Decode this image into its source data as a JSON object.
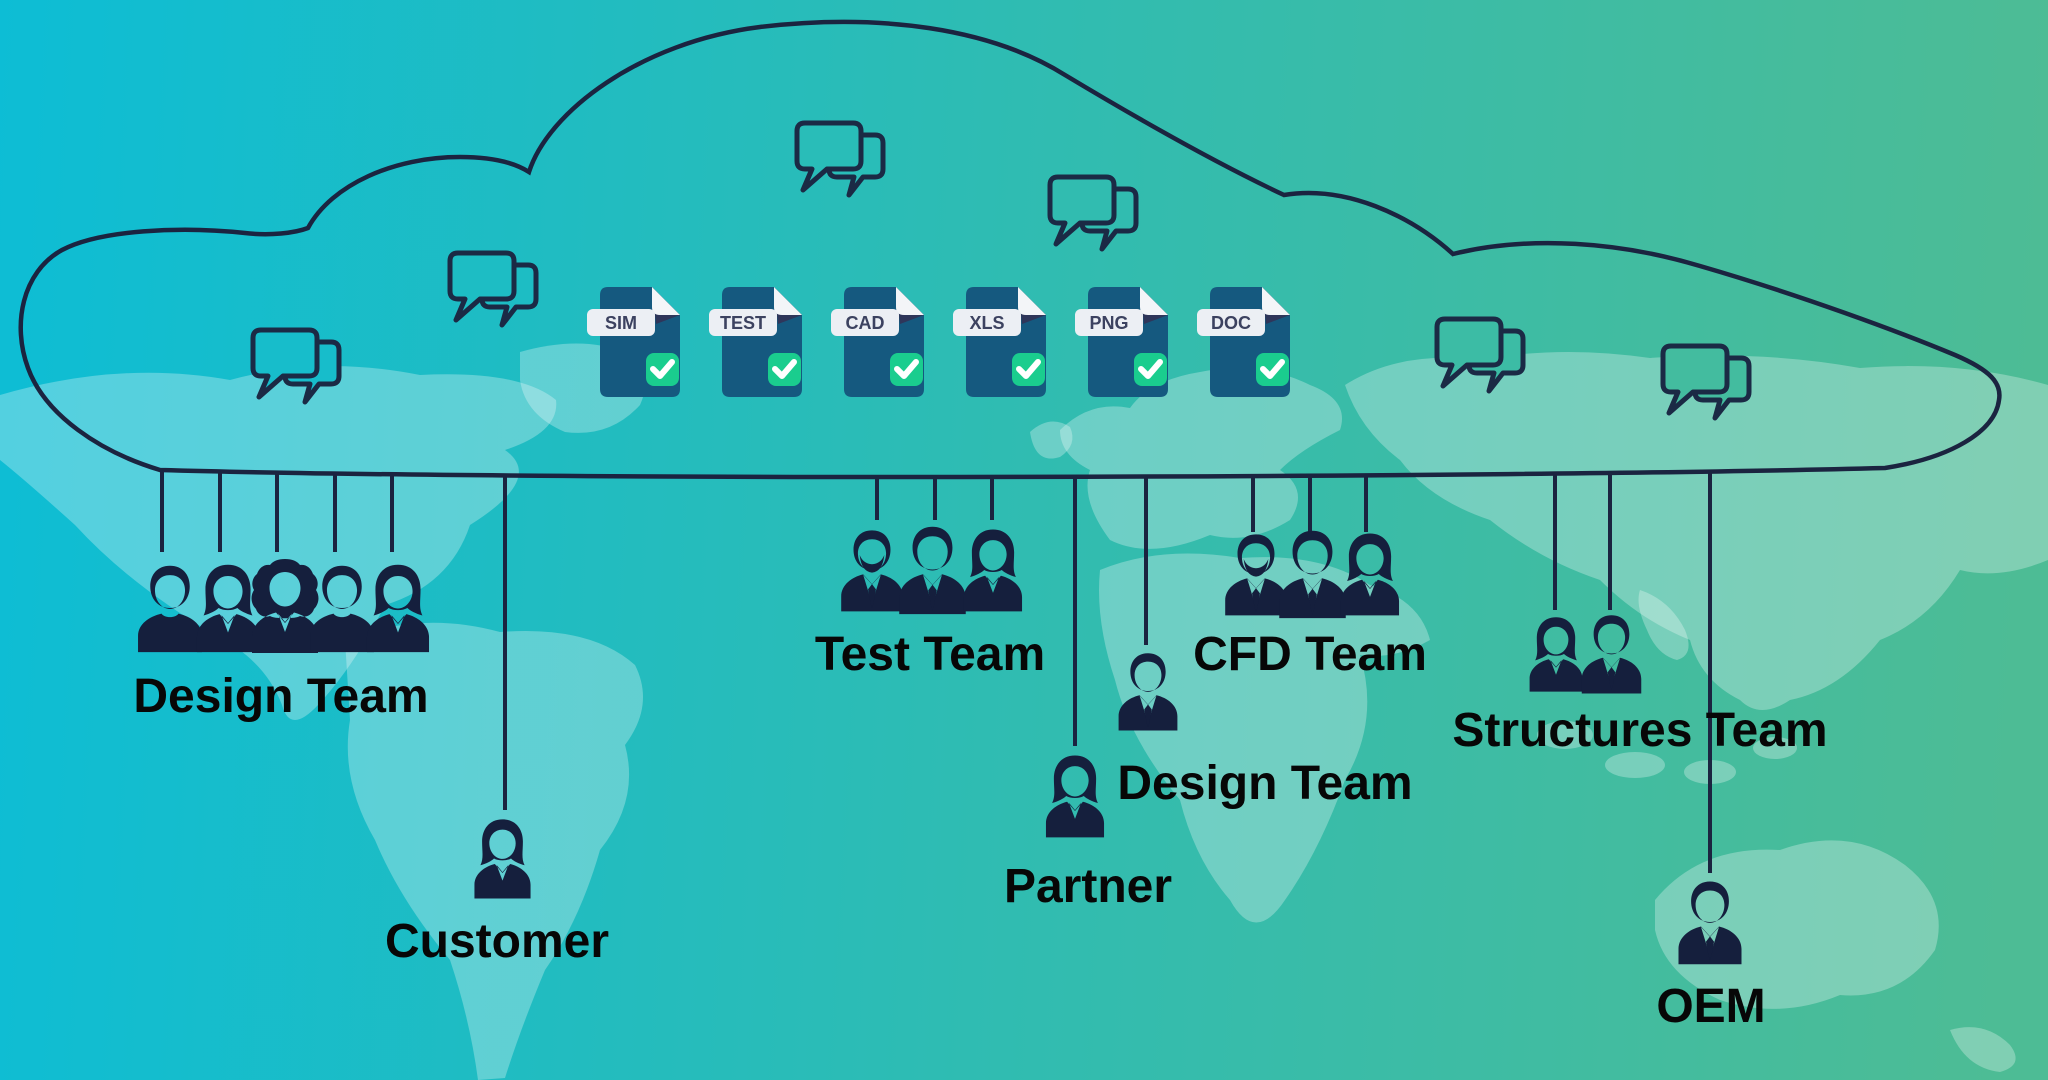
{
  "palette": {
    "gradient_left": "#0dbdd5",
    "gradient_mid": "#2fbcb2",
    "gradient_right": "#4dbc95",
    "map_tint": "rgba(255,255,255,0.29)",
    "cloud_outline": "#1b2440",
    "silhouette": "#151f3d",
    "label_text": "#070707",
    "doc_blue": "#15597f",
    "doc_fold": "#f3f5f8",
    "doc_fold_shadow": "#2f365a",
    "doc_badge_bg": "#eceff4",
    "doc_badge_text": "#3c4260",
    "check_green": "#1acd8e",
    "check_mark": "#ffffff"
  },
  "icons": {
    "chat": "chat-bubbles-icon",
    "check": "checkmark-icon",
    "document": "file-document-icon",
    "person": "person-silhouette-icon"
  },
  "cloud": {
    "files": [
      {
        "label": "SIM",
        "status": "checked"
      },
      {
        "label": "TEST",
        "status": "checked"
      },
      {
        "label": "CAD",
        "status": "checked"
      },
      {
        "label": "XLS",
        "status": "checked"
      },
      {
        "label": "PNG",
        "status": "checked"
      },
      {
        "label": "DOC",
        "status": "checked"
      }
    ],
    "chat_bubble_count": 6
  },
  "groups": [
    {
      "id": "design-team-left",
      "label": "Design Team",
      "members": [
        "man",
        "woman",
        "woman-curly",
        "man",
        "woman"
      ]
    },
    {
      "id": "customer",
      "label": "Customer",
      "members": [
        "woman"
      ]
    },
    {
      "id": "test-team",
      "label": "Test Team",
      "members": [
        "man-beard",
        "man-suit",
        "woman"
      ]
    },
    {
      "id": "design-team-middle",
      "label": "Design Team",
      "members": [
        "man-suit"
      ]
    },
    {
      "id": "partner",
      "label": "Partner",
      "members": [
        "woman"
      ]
    },
    {
      "id": "cfd-team",
      "label": "CFD Team",
      "members": [
        "man-beard",
        "man-suit",
        "woman"
      ]
    },
    {
      "id": "structures-team",
      "label": "Structures Team",
      "members": [
        "woman",
        "man-suit"
      ]
    },
    {
      "id": "oem",
      "label": "OEM",
      "members": [
        "man-suit"
      ]
    }
  ]
}
